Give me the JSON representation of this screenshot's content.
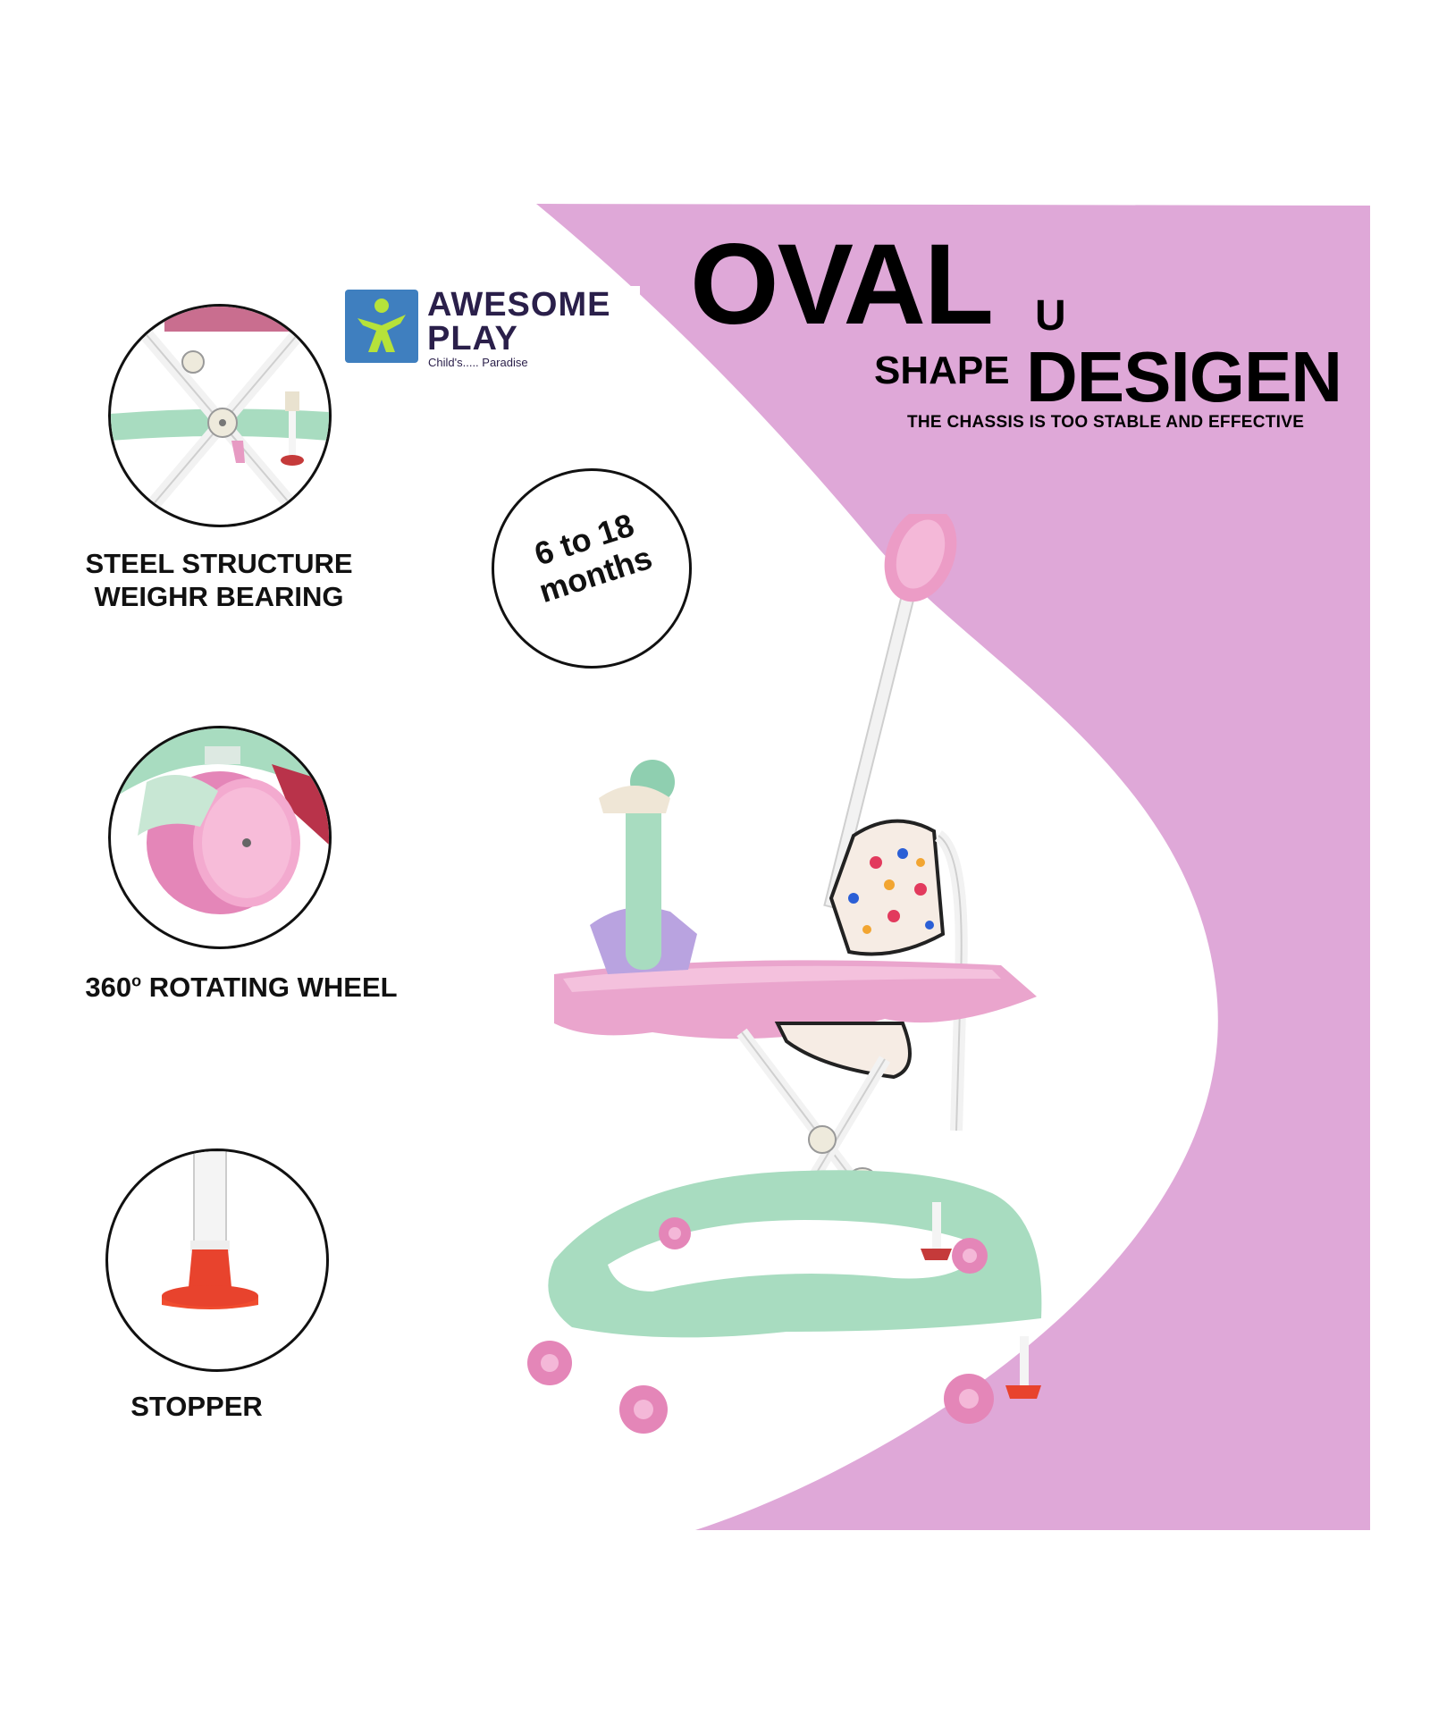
{
  "brand": {
    "name_line1": "AWESOME",
    "name_line2": "PLAY",
    "tagline": "Child's..... Paradise",
    "icon": "child-figure-icon"
  },
  "headline": {
    "oval": "OVAL",
    "u": "U",
    "shape": "SHAPE",
    "desigen": "DESIGEN",
    "subtitle": "THE CHASSIS  IS TOO  STABLE AND EFFECTIVE"
  },
  "age_badge": {
    "line1": "6 to 18",
    "line2": "months"
  },
  "features": [
    {
      "label_line1": "STEEL STRUCTURE",
      "label_line2": "WEIGHR BEARING",
      "icon": "steel-frame-icon"
    },
    {
      "label_main": "360",
      "label_sup": "o",
      "label_rest": " ROTATING WHEEL",
      "icon": "wheel-icon"
    },
    {
      "label_line1": "STOPPER",
      "icon": "stopper-icon"
    }
  ],
  "colors": {
    "accent_pink": "#dfa8d8",
    "walker_pink": "#eaa5cd",
    "walker_green": "#a8dcc0",
    "walker_purple": "#b9a3e0",
    "stopper_red": "#e8432d",
    "brand_blue": "#3f7fbf",
    "brand_lime": "#b6e23a",
    "brand_text": "#2a1f4a"
  }
}
